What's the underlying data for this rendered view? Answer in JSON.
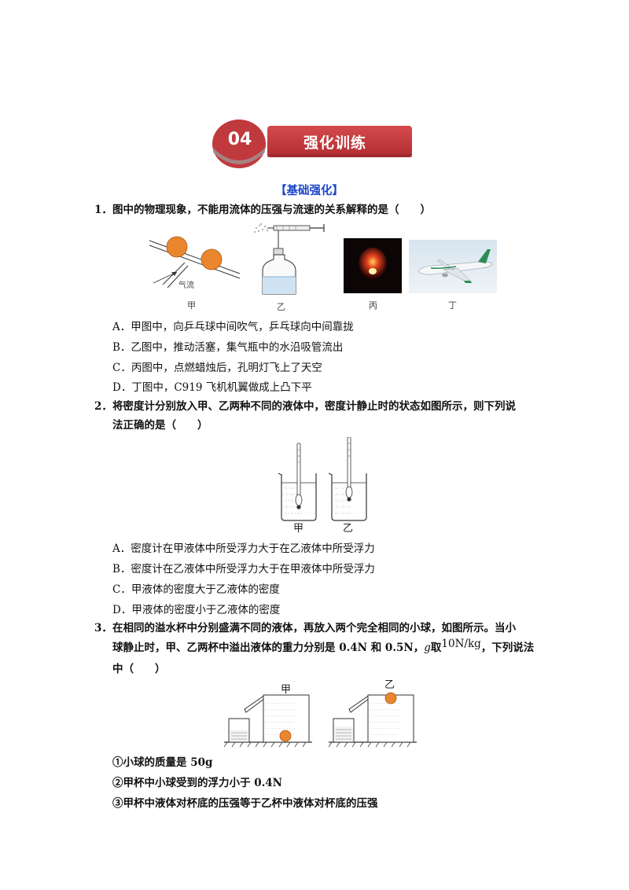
{
  "header": {
    "badge_number": "04",
    "title": "强化训练"
  },
  "section": {
    "title": "【基础强化】"
  },
  "q1": {
    "number": "1．",
    "stem": "图中的物理现象，不能用流体的压强与流速的关系解释的是（　　）",
    "airflow_label": "气流",
    "captions": [
      "甲",
      "乙",
      "丙",
      "丁"
    ],
    "options": [
      "A．甲图中，向乒乓球中间吹气，乒乓球向中间靠拢",
      "B．乙图中，推动活塞，集气瓶中的水沿吸管流出",
      "C．丙图中，点燃蜡烛后，孔明灯飞上了天空",
      "D．丁图中，C919 飞机机翼做成上凸下平"
    ]
  },
  "q2": {
    "number": "2．",
    "stem_line1": "将密度计分别放入甲、乙两种不同的液体中，密度计静止时的状态如图所示，则下列说",
    "stem_line2": "法正确的是（　　）",
    "labels": [
      "甲",
      "乙"
    ],
    "options": [
      "A．密度计在甲液体中所受浮力大于在乙液体中所受浮力",
      "B．密度计在乙液体中所受浮力大于在甲液体中所受浮力",
      "C．甲液体的密度大于乙液体的密度",
      "D．甲液体的密度小于乙液体的密度"
    ]
  },
  "q3": {
    "number": "3．",
    "stem_line1": "在相同的溢水杯中分别盛满不同的液体，再放入两个完全相同的小球，如图所示。当小",
    "stem_line2_a": "球静止时，甲、乙两杯中溢出液体的重力分别是 0.4N 和 0.5N，",
    "stem_line2_g": "g",
    "stem_line2_b": "取",
    "stem_line2_unit": "10N/kg",
    "stem_line2_c": "，下列说法",
    "stem_line3": "中（　　）",
    "labels": [
      "甲",
      "乙"
    ],
    "statements": [
      "①小球的质量是 50g",
      "②甲杯中小球受到的浮力小于 0.4N",
      "③甲杯中液体对杯底的压强等于乙杯中液体对杯底的压强"
    ]
  },
  "colors": {
    "badge_red": "#c0393d",
    "title_red": "#c73a3e",
    "section_blue": "#1c47c9",
    "ball_orange": "#e9862e"
  }
}
